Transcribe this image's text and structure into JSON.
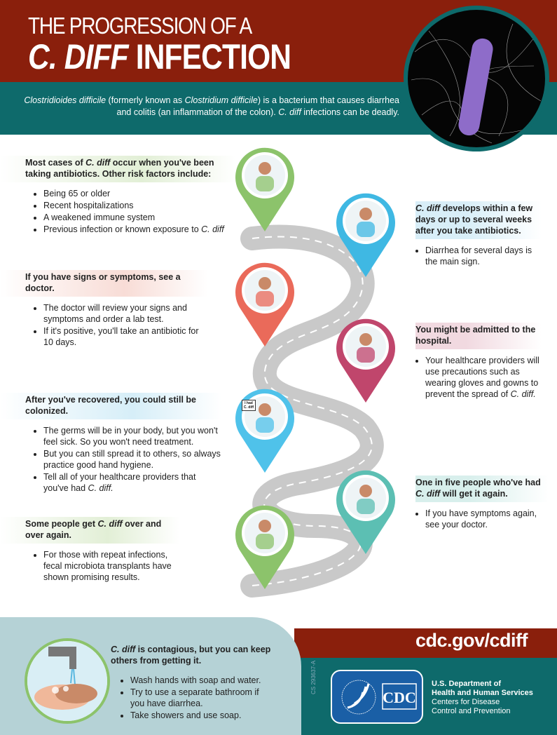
{
  "header": {
    "title_line1": "THE PROGRESSION OF A",
    "title_line2_italic": "C. DIFF",
    "title_line2_rest": " INFECTION"
  },
  "intro": {
    "p1_italic": "Clostridioides difficile",
    "p2": " (formerly known as ",
    "p3_italic": "Clostridium difficile",
    "p4": ") is a bacterium that causes diarrhea and colitis (an inflammation of the colon). ",
    "p5_italic": "C. diff",
    "p6": " infections can be deadly."
  },
  "steps": [
    {
      "h1": "Most cases of ",
      "hi": "C. diff",
      "h2": " occur when you've been taking antibiotics. Other risk factors include:",
      "items": [
        "Being 65 or older",
        "Recent hospitalizations",
        "A weakened immune system",
        "Previous infection or known exposure to "
      ],
      "item_italic": "C. diff",
      "color": "#8cc36b",
      "icon": "patient-with-pills-icon"
    },
    {
      "hi": "C. diff",
      "h2": " develops within a few days or up to several weeks after you take antibiotics.",
      "items": [
        "Diarrhea for several days is the main sign."
      ],
      "color": "#3fb8e3",
      "icon": "person-on-toilet-icon"
    },
    {
      "h1": "If you have signs or symptoms, see a doctor.",
      "items": [
        "The doctor will review your signs and symptoms and order a lab test.",
        "If it's positive, you'll take an antibiotic for 10 days."
      ],
      "color": "#ea6a5a",
      "icon": "doctor-icon"
    },
    {
      "h1": "You might be admitted to the hospital.",
      "items": [
        "Your healthcare providers will use precautions such as wearing gloves and gowns to prevent the spread of "
      ],
      "item_italic": "C. diff.",
      "color": "#c0466c",
      "icon": "hospital-icon"
    },
    {
      "h1": "After you've recovered, you could still be colonized.",
      "items": [
        "The germs will be in your body, but you won't feel sick. So you won't need treatment.",
        "But you can still spread it to others, so always practice good hand hygiene.",
        "Tell all of your healthcare providers that you've had "
      ],
      "item_italic": "C. diff.",
      "color": "#4fc2ea",
      "icon": "patient-and-doctor-icon",
      "icon_text": "I had C. diff"
    },
    {
      "h1": "One in five people who've had ",
      "hi": "C. diff",
      "h2": " will get it again.",
      "items": [
        "If you have symptoms again, see your doctor."
      ],
      "color": "#5cbfb3",
      "icon": "sick-elderly-woman-icon"
    },
    {
      "h1": "Some people get ",
      "hi": "C. diff",
      "h2": " over and over again.",
      "items": [
        "For those with repeat infections, fecal microbiota transplants have shown promising results."
      ],
      "color": "#8cc36b",
      "icon": "microscope-icon"
    }
  ],
  "footer": {
    "h_italic": "C. diff",
    "h_rest": " is contagious, but you can keep others from getting it.",
    "items": [
      "Wash hands with soap and water.",
      "Try to use a separate bathroom if you have diarrhea.",
      "Take showers and use soap."
    ],
    "url": "cdc.gov/cdiff",
    "logo_text": "CDC",
    "dept1": "U.S. Department of",
    "dept2": "Health and Human Services",
    "cdc1": "Centers for Disease",
    "cdc2": "Control and Prevention",
    "code": "CS 293637-A"
  },
  "colors": {
    "header": "#8a1f0c",
    "teal": "#0e6a6b",
    "road": "#c9c9c9"
  }
}
